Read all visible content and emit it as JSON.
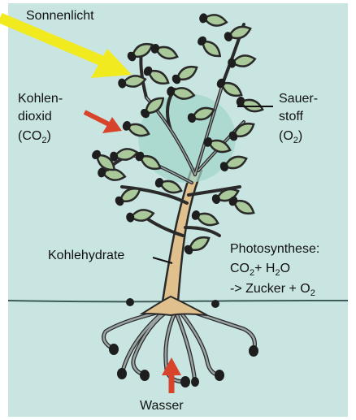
{
  "colors": {
    "background": "#c9e5e1",
    "sun_arrow": "#f1ea1e",
    "co2_arrow": "#d8432c",
    "water_arrow": "#d8432c",
    "stem": "#e0c08c",
    "leaf": "#a9c99a",
    "outline": "#222222"
  },
  "labels": {
    "sunlight": "Sonnenlicht",
    "co2_line1": "Kohlen-",
    "co2_line2": "dioxid",
    "co2_line3_pre": "(CO",
    "co2_line3_sub": "2",
    "co2_line3_post": ")",
    "o2_line1": "Sauer-",
    "o2_line2": "stoff",
    "o2_line3_pre": "(O",
    "o2_line3_sub": "2",
    "o2_line3_post": ")",
    "carbohydrates": "Kohlehydrate",
    "photosynthesis": "Photosynthese:",
    "formula1_co": "CO",
    "formula1_co_sub": "2",
    "formula1_plus": "+ H",
    "formula1_h_sub": "2",
    "formula1_o": "O",
    "formula2_pre": "-> Zucker + O",
    "formula2_sub": "2",
    "water": "Wasser"
  },
  "icons": [
    "sun-arrow-icon",
    "co2-arrow-icon",
    "water-arrow-icon",
    "plant-icon"
  ]
}
